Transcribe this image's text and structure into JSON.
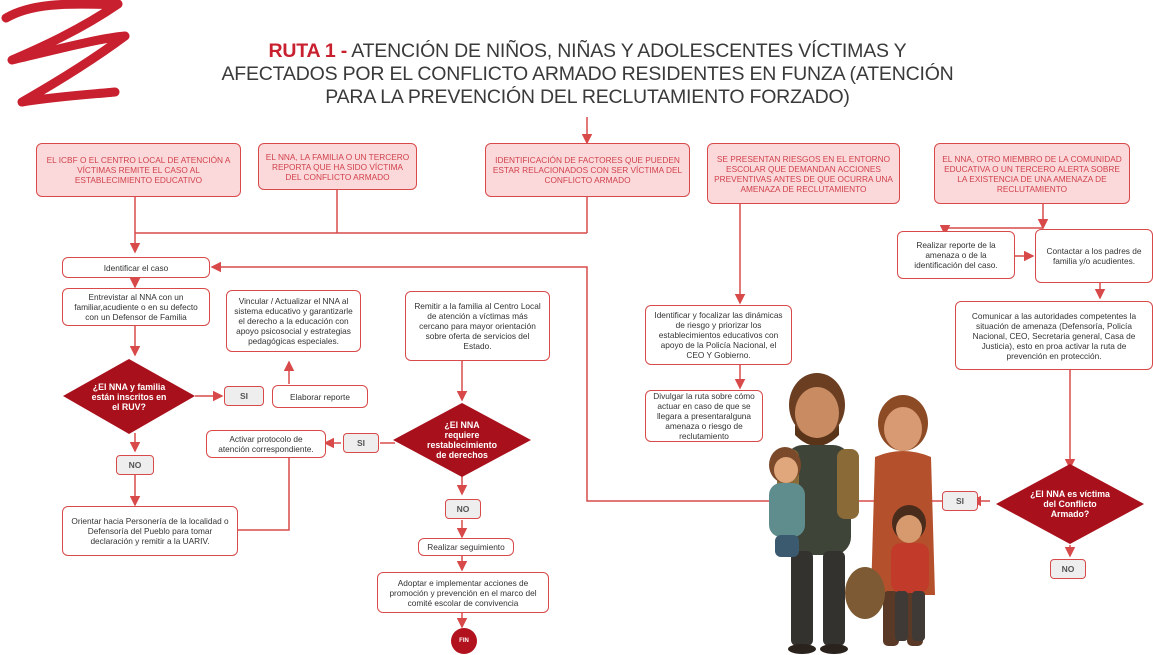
{
  "title": {
    "lead": "RUTA 1 -",
    "rest": " ATENCIÓN DE NIÑOS, NIÑAS Y ADOLESCENTES VÍCTIMAS Y AFECTADOS POR EL CONFLICTO ARMADO RESIDENTES EN FUNZA (ATENCIÓN PARA LA PREVENCIÓN DEL RECLUTAMIENTO FORZADO)"
  },
  "top_boxes": [
    "EL ICBF O EL CENTRO LOCAL DE ATENCIÓN A VÍCTIMAS REMITE EL CASO AL ESTABLECIMIENTO EDUCATIVO",
    "EL NNA, LA FAMILIA O UN TERCERO REPORTA QUE HA SIDO VÍCTIMA DEL CONFLICTO ARMADO",
    "IDENTIFICACIÓN DE FACTORES QUE PUEDEN ESTAR RELACIONADOS CON SER VÍCTIMA DEL CONFLICTO ARMADO",
    "SE PRESENTAN RIESGOS EN EL ENTORNO ESCOLAR QUE DEMANDAN ACCIONES PREVENTIVAS ANTES DE QUE OCURRA UNA AMENAZA DE RECLUTAMIENTO",
    "EL NNA, OTRO MIEMBRO DE LA COMUNIDAD EDUCATIVA O UN TERCERO ALERTA SOBRE LA EXISTENCIA DE UNA AMENAZA DE RECLUTAMIENTO"
  ],
  "steps": {
    "identificar": "Identificar el caso",
    "entrevistar": "Entrevistar al NNA con un familiar,acudiente o en su defecto con un Defensor de Familia",
    "vincular": "Vincular / Actualizar el NNA al sistema educativo y garantizarle el derecho a la educación con apoyo psicosocial y estrategias pedagógicas especiales.",
    "remitir": "Remitir a la familia al Centro Local de atención a víctimas más cercano para mayor orientación sobre oferta de servicios del Estado.",
    "elaborar": "Elaborar reporte",
    "activar": "Activar protocolo de atención correspondiente.",
    "orientar": "Orientar hacia Personería de la localidad o Defensoría del Pueblo para tomar declaración y remitir a la UARIV.",
    "seguimiento": "Realizar seguimiento",
    "adoptar": "Adoptar e implementar acciones de promoción y prevención en el marco del comité escolar de convivencia",
    "focalizar": "Identificar y focalizar las dinámicas de riesgo y priorizar los establecimientos educativos con apoyo de la Policía Nacional, el CEO Y Gobierno.",
    "divulgar": "Divulgar la ruta sobre cómo actuar en caso de que se llegara a presentaralguna amenaza o riesgo de reclutamiento",
    "reporte_amenaza": "Realizar reporte de la amenaza o de la identificación del caso.",
    "contactar": "Contactar a los padres de familia y/o acudientes.",
    "comunicar": "Comunicar a las autoridades competentes la situación de amenaza (Defensoría, Policía Nacional, CEO, Secretaria general, Casa de Justicia), esto en proa activar la ruta de prevención en protección."
  },
  "decisions": {
    "ruv": "¿El NNA y familia están inscritos en el RUV?",
    "restablecimiento": "¿El NNA requiere restablecimiento de derechos",
    "victima": "¿El NNA es víctima del Conflicto Armado?"
  },
  "labels": {
    "si": "SI",
    "no": "NO",
    "fin": "FIN"
  },
  "colors": {
    "accent": "#c8202f",
    "box_fill": "#fbd9db",
    "line": "#d84a4a",
    "diamond": "#a8111c"
  }
}
